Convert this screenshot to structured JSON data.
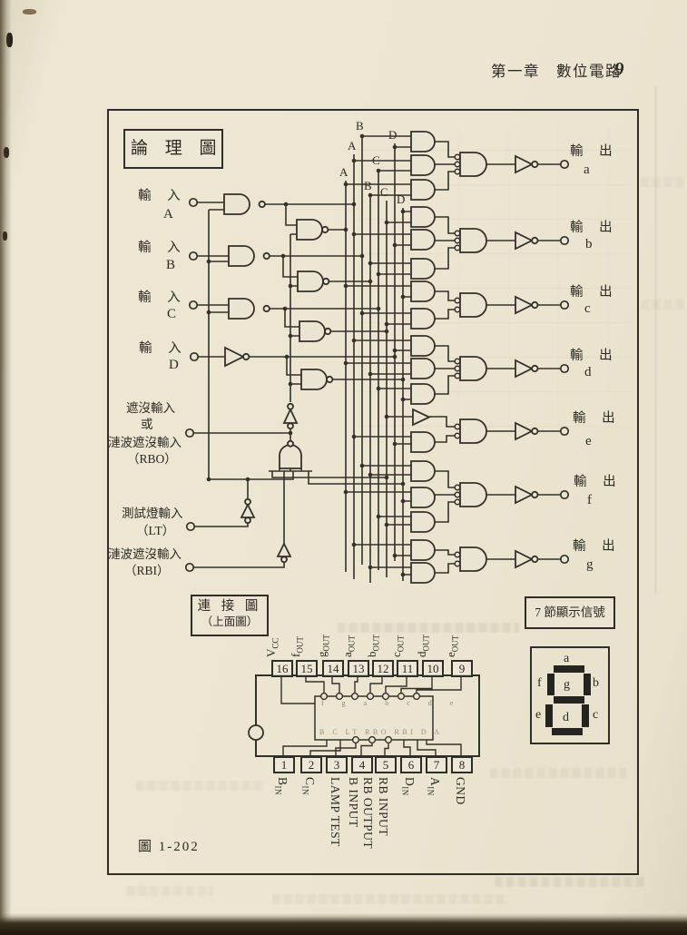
{
  "page": {
    "chapter": "第一章　數位電路",
    "number": "9",
    "caption": "圖 1-202"
  },
  "logic": {
    "title": "論 理 圖",
    "inputs": [
      {
        "label": "輸 入",
        "letter": "A"
      },
      {
        "label": "輸 入",
        "letter": "B"
      },
      {
        "label": "輸 入",
        "letter": "C"
      },
      {
        "label": "輸 入",
        "letter": "D"
      }
    ],
    "rbo": {
      "l1": "遮沒輸入",
      "l2": "或",
      "l3": "漣波遮沒輸入",
      "l4": "（RBO）"
    },
    "lt": {
      "l1": "測試燈輸入",
      "l2": "（LT）"
    },
    "rbi": {
      "l1": "漣波遮沒輸入",
      "l2": "（RBI）"
    },
    "bus": [
      "A",
      "A",
      "B",
      "B",
      "C",
      "C",
      "D",
      "D"
    ],
    "outputs": [
      {
        "label": "輸 出",
        "letter": "a"
      },
      {
        "label": "輸 出",
        "letter": "b"
      },
      {
        "label": "輸 出",
        "letter": "c"
      },
      {
        "label": "輸 出",
        "letter": "d"
      },
      {
        "label": "輸 出",
        "letter": "e"
      },
      {
        "label": "輸 出",
        "letter": "f"
      },
      {
        "label": "輸 出",
        "letter": "g"
      }
    ]
  },
  "conn": {
    "title1": "連 接 圖",
    "title2": "（上面圖）",
    "top_pins": [
      {
        "n": "16",
        "b": "V",
        "s": "CC"
      },
      {
        "n": "15",
        "b": "f",
        "s": "OUT"
      },
      {
        "n": "14",
        "b": "g",
        "s": "OUT"
      },
      {
        "n": "13",
        "b": "a",
        "s": "OUT"
      },
      {
        "n": "12",
        "b": "b",
        "s": "OUT"
      },
      {
        "n": "11",
        "b": "c",
        "s": "OUT"
      },
      {
        "n": "10",
        "b": "d",
        "s": "OUT"
      },
      {
        "n": "9",
        "b": "e",
        "s": "OUT"
      }
    ],
    "bottom_pins": [
      {
        "n": "1",
        "b": "B",
        "s": "IN"
      },
      {
        "n": "2",
        "b": "C",
        "s": "IN"
      },
      {
        "n": "3",
        "b": "LAMP TEST",
        "s": ""
      },
      {
        "n": "4",
        "b": "B INPUT",
        "s": "",
        "b2": "RB OUTPUT"
      },
      {
        "n": "5",
        "b": "RB INPUT",
        "s": ""
      },
      {
        "n": "6",
        "b": "D",
        "s": "IN"
      },
      {
        "n": "7",
        "b": "A",
        "s": "IN"
      },
      {
        "n": "8",
        "b": "GND",
        "s": ""
      }
    ],
    "die_top": "f g a b c d e",
    "die_bottom": "B C LT RBO RBI D A"
  },
  "seg": {
    "title": "7 節顯示信號",
    "a": "a",
    "b": "b",
    "c": "c",
    "d": "d",
    "e": "e",
    "f": "f",
    "g": "g"
  }
}
